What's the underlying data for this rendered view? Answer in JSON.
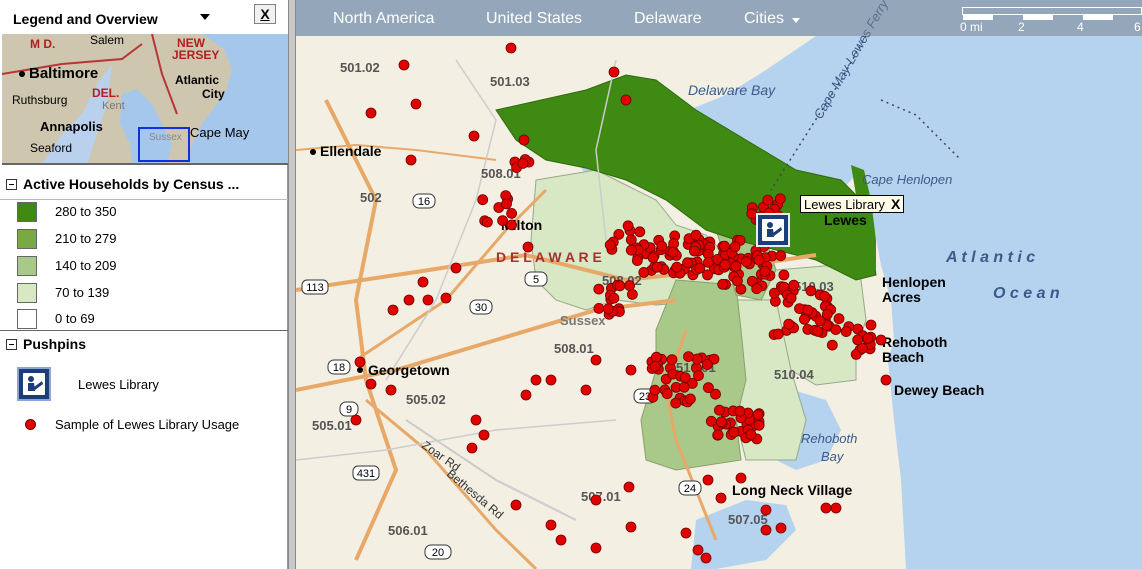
{
  "legend": {
    "title": "Legend and Overview",
    "close_label": "X",
    "overview_labels": {
      "md": "M D.",
      "salem": "Salem",
      "new": "NEW",
      "jersey": "JERSEY",
      "baltimore": "Baltimore",
      "del": "DEL.",
      "atlantic": "Atlantic",
      "city": "City",
      "ruthsburg": "Ruthsburg",
      "kent": "Kent",
      "annapolis": "Annapolis",
      "seaford": "Seaford",
      "sussex": "Sussex",
      "cape_may": "Cape May"
    },
    "census_section": {
      "title": "Active Households by Census ...",
      "items": [
        {
          "label": "280 to 350",
          "color": "#3f8a12"
        },
        {
          "label": "210 to 279",
          "color": "#7aa845"
        },
        {
          "label": "140 to 209",
          "color": "#a9c98a"
        },
        {
          "label": "70 to 139",
          "color": "#d8e8c4"
        },
        {
          "label": "0 to 69",
          "color": "#ffffff"
        }
      ]
    },
    "pushpins_section": {
      "title": "Pushpins",
      "items": [
        {
          "label": "Lewes Library",
          "icon": "library-reader-icon"
        },
        {
          "label": "Sample of Lewes Library Usage",
          "icon": "red-dot-icon"
        }
      ]
    }
  },
  "map": {
    "breadcrumbs": [
      "North America",
      "United States",
      "Delaware",
      "Cities"
    ],
    "scale": {
      "labels": [
        "0 mi",
        "2",
        "4",
        "6"
      ]
    },
    "callout": {
      "text": "Lewes Library",
      "close_label": "X"
    },
    "water_labels": {
      "delaware_bay": "Delaware Bay",
      "ferry": "Cape May-Lewes Ferry",
      "cape_henlopen": "Cape Henlopen",
      "atlantic": "A t l a n t i c",
      "ocean": "O c e a n",
      "rehoboth": "Rehoboth",
      "bay": "Bay"
    },
    "places": {
      "ellendale": "Ellendale",
      "milton": "Milton",
      "lewes": "Lewes",
      "henlopen": "Henlopen",
      "acres": "Acres",
      "rehoboth": "Rehoboth",
      "beach": "Beach",
      "dewey": "Dewey Beach",
      "georgetown": "Georgetown",
      "long_neck": "Long Neck Village",
      "delaware": "D E L A W A R E",
      "sussex": "Sussex"
    },
    "roads": {
      "zoar": "Zoar Rd",
      "bethesda": "Bethesda Rd",
      "shields": [
        "16",
        "5",
        "30",
        "113",
        "18",
        "9",
        "431",
        "24",
        "20",
        "23"
      ]
    },
    "tracts": [
      "501.02",
      "501.03",
      "508.01",
      "502",
      "508.02",
      "510.03",
      "508.01",
      "505.02",
      "505.01",
      "510.01",
      "510.04",
      "507.01",
      "507.05",
      "506.01"
    ]
  }
}
